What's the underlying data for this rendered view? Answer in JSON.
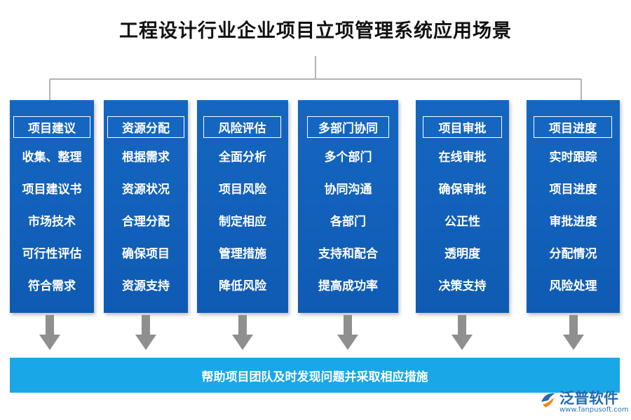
{
  "title": "工程设计行业企业项目立项管理系统应用场景",
  "colors": {
    "column": "#1566c0",
    "banner": "#1aa7e7",
    "arrow": "#8f8f8f",
    "connector": "#b3b3b3"
  },
  "columns": [
    {
      "header": "项目建议",
      "items": [
        "收集、整理",
        "项目建议书",
        "市场技术",
        "可行性评估",
        "符合需求"
      ]
    },
    {
      "header": "资源分配",
      "items": [
        "根据需求",
        "资源状况",
        "合理分配",
        "确保项目",
        "资源支持"
      ]
    },
    {
      "header": "风险评估",
      "items": [
        "全面分析",
        "项目风险",
        "制定相应",
        "管理措施",
        "降低风险"
      ]
    },
    {
      "header": "多部门协同",
      "items": [
        "多个部门",
        "协同沟通",
        "各部门",
        "支持和配合",
        "提高成功率"
      ]
    },
    {
      "header": "项目审批",
      "items": [
        "在线审批",
        "确保审批",
        "公正性",
        "透明度",
        "决策支持"
      ]
    },
    {
      "header": "项目进度",
      "items": [
        "实时跟踪",
        "项目进度",
        "审批进度",
        "分配情况",
        "风险处理"
      ]
    }
  ],
  "banner": "帮助项目团队及时发现问题并采取相应措施",
  "logo": {
    "name": "泛普软件",
    "url": "www.fanpusoft.com",
    "icon": "fanpu-logo-icon"
  }
}
